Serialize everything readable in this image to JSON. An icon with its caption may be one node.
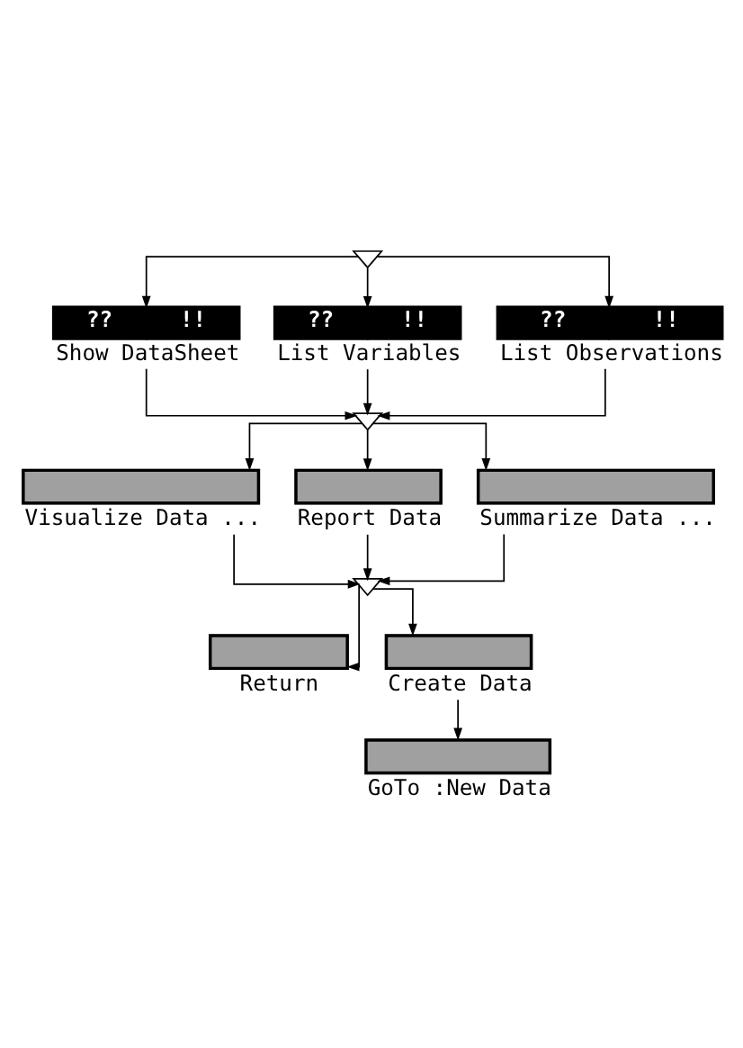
{
  "diagram": {
    "nodes": [
      {
        "text": [],
        "shape": "triangle"
      },
      {
        "text": [
          "??",
          "!!",
          "Show DataSheet"
        ]
      },
      {
        "text": [
          "??",
          "!!",
          "List Variables"
        ]
      },
      {
        "text": [
          "??",
          "!!",
          "List Observations"
        ]
      },
      {
        "text": [],
        "shape": "triangle"
      },
      {
        "text": [
          "Visualize Data ..."
        ]
      },
      {
        "text": [
          "Report Data"
        ]
      },
      {
        "text": [
          "Summarize Data ..."
        ]
      },
      {
        "text": [],
        "shape": "triangle"
      },
      {
        "text": [
          "Return"
        ]
      },
      {
        "text": [
          "Create Data"
        ]
      },
      {
        "text": [
          "GoTo :New Data"
        ]
      }
    ],
    "edges": [
      {
        "from": 0,
        "to": 1,
        "arrow": "to"
      },
      {
        "from": 0,
        "to": 2,
        "arrow": "to"
      },
      {
        "from": 0,
        "to": 3,
        "arrow": "to"
      },
      {
        "from": 1,
        "to": 4,
        "arrow": "to"
      },
      {
        "from": 2,
        "to": 4,
        "arrow": "to"
      },
      {
        "from": 3,
        "to": 4,
        "arrow": "to"
      },
      {
        "from": 4,
        "to": 5,
        "arrow": "to"
      },
      {
        "from": 4,
        "to": 6,
        "arrow": "to"
      },
      {
        "from": 4,
        "to": 7,
        "arrow": "to"
      },
      {
        "from": 5,
        "to": 8,
        "arrow": "to"
      },
      {
        "from": 6,
        "to": 8,
        "arrow": "to"
      },
      {
        "from": 7,
        "to": 8,
        "arrow": "to"
      },
      {
        "from": 8,
        "to": 9,
        "arrow": "to"
      },
      {
        "from": 8,
        "to": 10,
        "arrow": "to"
      },
      {
        "from": 10,
        "to": 11,
        "arrow": "to"
      }
    ]
  }
}
